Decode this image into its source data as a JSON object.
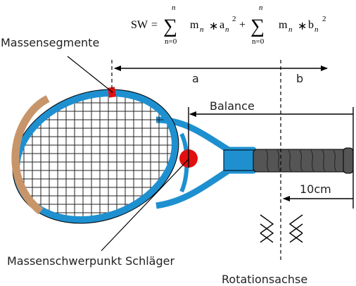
{
  "formula": {
    "lhs": "SW",
    "equals": "=",
    "sum_symbol": "∑",
    "sum_upper": "n",
    "sum_lower": "n=0",
    "term1_m": "m",
    "term1_m_sub": "n",
    "times": "∗",
    "term1_a": "a",
    "term1_a_sub": "n",
    "term1_a_sup": "2",
    "plus": "+",
    "term2_m": "m",
    "term2_m_sub": "n",
    "term2_b": "b",
    "term2_b_sub": "n",
    "term2_b_sup": "2"
  },
  "labels": {
    "massensegmente": "Massensegmente",
    "a": "a",
    "b": "b",
    "balance": "Balance",
    "ten_cm": "10cm",
    "schwerpunkt": "Massenschwerpunkt Schläger",
    "rotationsachse": "Rotationsachse"
  },
  "colors": {
    "frame": "#1e90d0",
    "bumper": "#c8956a",
    "grip": "#555555",
    "mass_segment": "#e01010",
    "center_of_mass": "#e01010",
    "strings": "#222222"
  }
}
